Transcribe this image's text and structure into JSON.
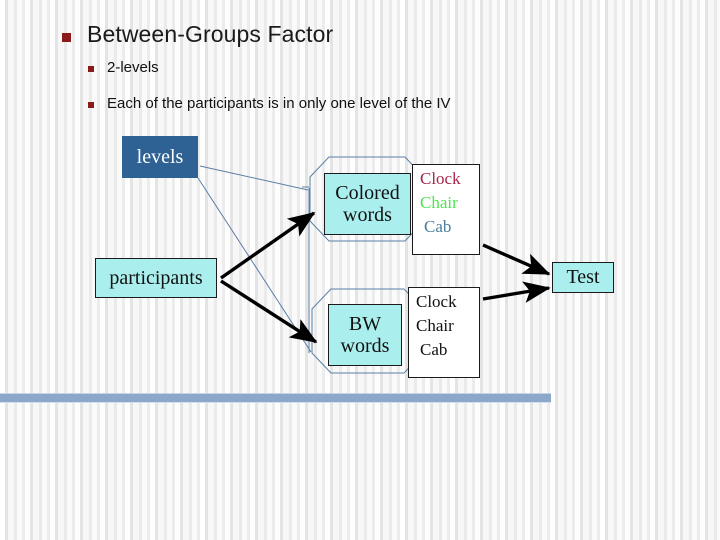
{
  "slide": {
    "title": "Between-Groups Factor",
    "bullets": [
      "2-levels",
      "Each of the participants is in only one level of the IV"
    ]
  },
  "colors": {
    "bullet": "#8b1a1a",
    "levels_box_fill": "#2e6194",
    "node_fill": "#aaeeee",
    "wordlist_fill": "#ffffff",
    "rule": "#8ba7c9",
    "brace_line": "#5b7fa6",
    "arrow": "#000000",
    "clock": "#a5264c",
    "chair": "#4ee44e",
    "cab": "#4a7f9e"
  },
  "diagram": {
    "nodes": {
      "levels": "levels",
      "participants": "participants",
      "test": "Test",
      "colored_words_line1": "Colored",
      "colored_words_line2": "words",
      "bw_words_line1": "BW",
      "bw_words_line2": "words"
    },
    "wordlist_top": {
      "items": [
        "Clock",
        "Chair",
        "Cab"
      ]
    },
    "wordlist_bottom": {
      "items": [
        "Clock",
        "Chair",
        "Cab"
      ]
    }
  }
}
